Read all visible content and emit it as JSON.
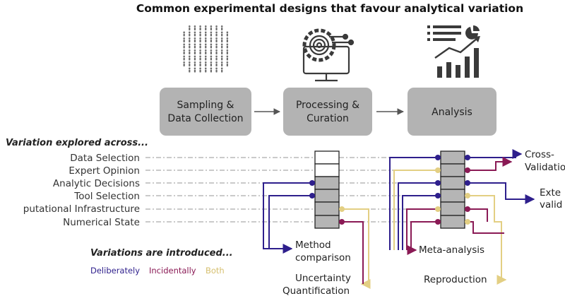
{
  "title": "Common experimental designs that favour analytical variation",
  "stages": [
    {
      "label_lines": [
        "Sampling &",
        "Data Collection"
      ]
    },
    {
      "label_lines": [
        "Processing &",
        "Curation"
      ]
    },
    {
      "label_lines": [
        "Analysis"
      ]
    }
  ],
  "variation_heading": "Variation explored across...",
  "variation_rows": [
    "Data Selection",
    "Expert Opinion",
    "Analytic Decisions",
    "Tool Selection",
    "putational Infrastructure",
    "Numerical State"
  ],
  "legend": {
    "heading": "Variations are introduced...",
    "items": [
      {
        "label": "Deliberately",
        "color": "#2e1f8c"
      },
      {
        "label": "Incidentally",
        "color": "#8a1a55"
      },
      {
        "label": "Both",
        "color": "#e3cf83"
      }
    ]
  },
  "outcomes": {
    "method_comparison": [
      "Method",
      "comparison"
    ],
    "uncertainty": [
      "Uncertainty",
      "Quantification"
    ],
    "meta_analysis": "Meta-analysis",
    "reproduction": "Reproduction",
    "cross_validation": [
      "Cross-",
      "Validatio"
    ],
    "external_validation": [
      "Exte",
      "valid"
    ]
  },
  "colors": {
    "deliberate": "#2e1f8c",
    "incidental": "#8a1a55",
    "both": "#e3cf83",
    "stage_box": "#b3b3b3",
    "column_fill": "#b5b5b5",
    "dashed": "#aaaaaa",
    "icon": "#3a3a3a"
  },
  "icons": [
    "crowd-icon",
    "gear-monitor-icon",
    "analytics-chart-icon"
  ]
}
